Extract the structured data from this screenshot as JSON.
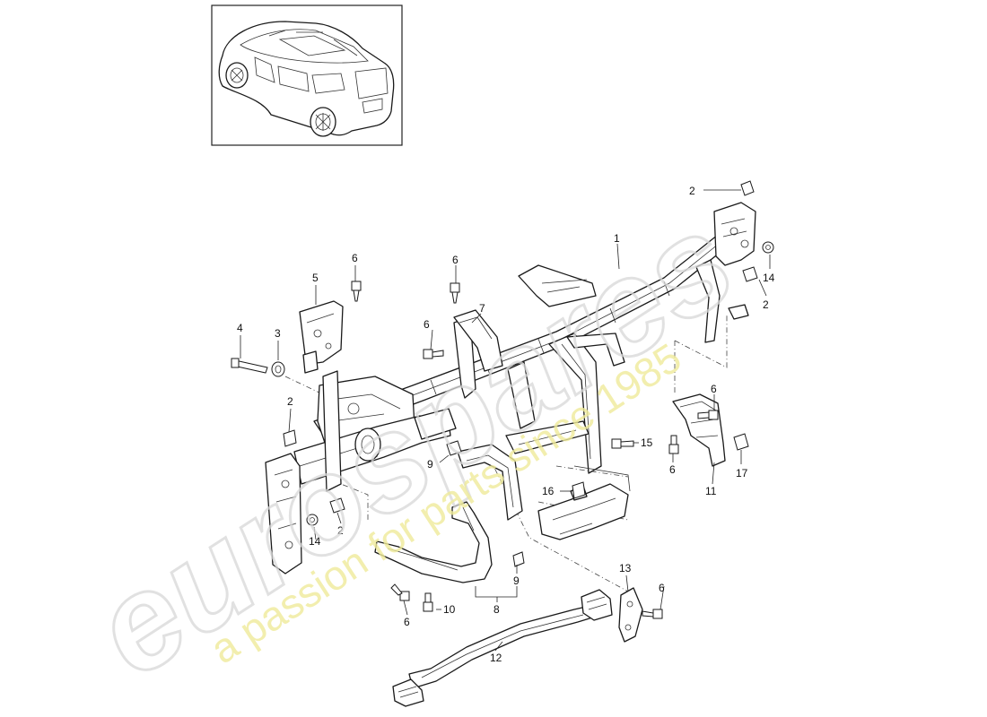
{
  "watermark": {
    "brand": "eurospares",
    "tagline": "a passion for parts since 1985"
  },
  "inset": {
    "label": "vehicle-overview",
    "icon": "car-illustration-icon"
  },
  "callouts": [
    {
      "id": "c1",
      "text": "1"
    },
    {
      "id": "c2a",
      "text": "2"
    },
    {
      "id": "c2b",
      "text": "2"
    },
    {
      "id": "c2c",
      "text": "2"
    },
    {
      "id": "c2d",
      "text": "2"
    },
    {
      "id": "c3",
      "text": "3"
    },
    {
      "id": "c4",
      "text": "4"
    },
    {
      "id": "c5",
      "text": "5"
    },
    {
      "id": "c6a",
      "text": "6"
    },
    {
      "id": "c6b",
      "text": "6"
    },
    {
      "id": "c6c",
      "text": "6"
    },
    {
      "id": "c6d",
      "text": "6"
    },
    {
      "id": "c6e",
      "text": "6"
    },
    {
      "id": "c6f",
      "text": "6"
    },
    {
      "id": "c6g",
      "text": "6"
    },
    {
      "id": "c7",
      "text": "7"
    },
    {
      "id": "c8",
      "text": "8"
    },
    {
      "id": "c9a",
      "text": "9"
    },
    {
      "id": "c9b",
      "text": "9"
    },
    {
      "id": "c10",
      "text": "10"
    },
    {
      "id": "c11",
      "text": "11"
    },
    {
      "id": "c12",
      "text": "12"
    },
    {
      "id": "c13",
      "text": "13"
    },
    {
      "id": "c14a",
      "text": "14"
    },
    {
      "id": "c14b",
      "text": "14"
    },
    {
      "id": "c15",
      "text": "15"
    },
    {
      "id": "c16",
      "text": "16"
    },
    {
      "id": "c17",
      "text": "17"
    }
  ]
}
